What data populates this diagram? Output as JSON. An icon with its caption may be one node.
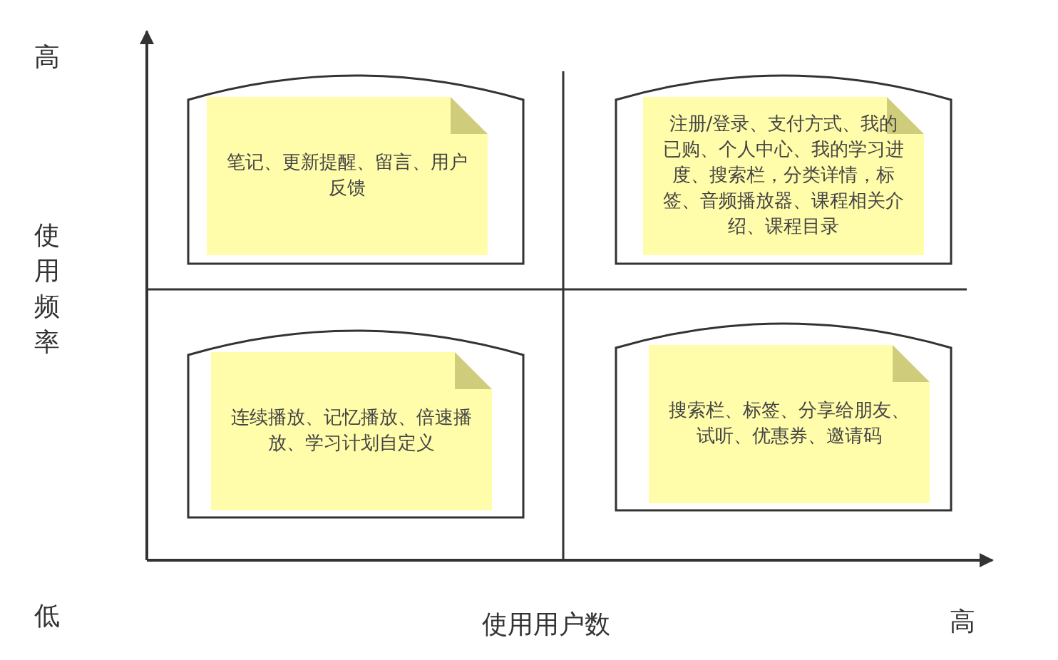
{
  "diagram": {
    "nodes": [
      {
        "text": [],
        "shape": "box"
      },
      {
        "text": [
          "笔记、更新提醒、留言、用户反馈"
        ],
        "in": 0
      },
      {
        "text": [],
        "shape": "box"
      },
      {
        "text": [
          "注册/登录、支付方式、我的已购、个人中心、我的学习进度、搜索栏，分类详情，标签、音频播放器、课程相关介绍、课程目录"
        ],
        "in": 2
      },
      {
        "text": [],
        "shape": "box"
      },
      {
        "text": [
          "连续播放、记忆播放、倍速播放、学习计划自定义"
        ],
        "in": 4
      },
      {
        "text": [],
        "shape": "box"
      },
      {
        "text": [
          "搜索栏、标签、分享给朋友、试听、优惠券、邀请码"
        ],
        "in": 6
      }
    ],
    "labels": [
      "高",
      "使用频率",
      "低",
      "使用用户数",
      "高"
    ]
  }
}
